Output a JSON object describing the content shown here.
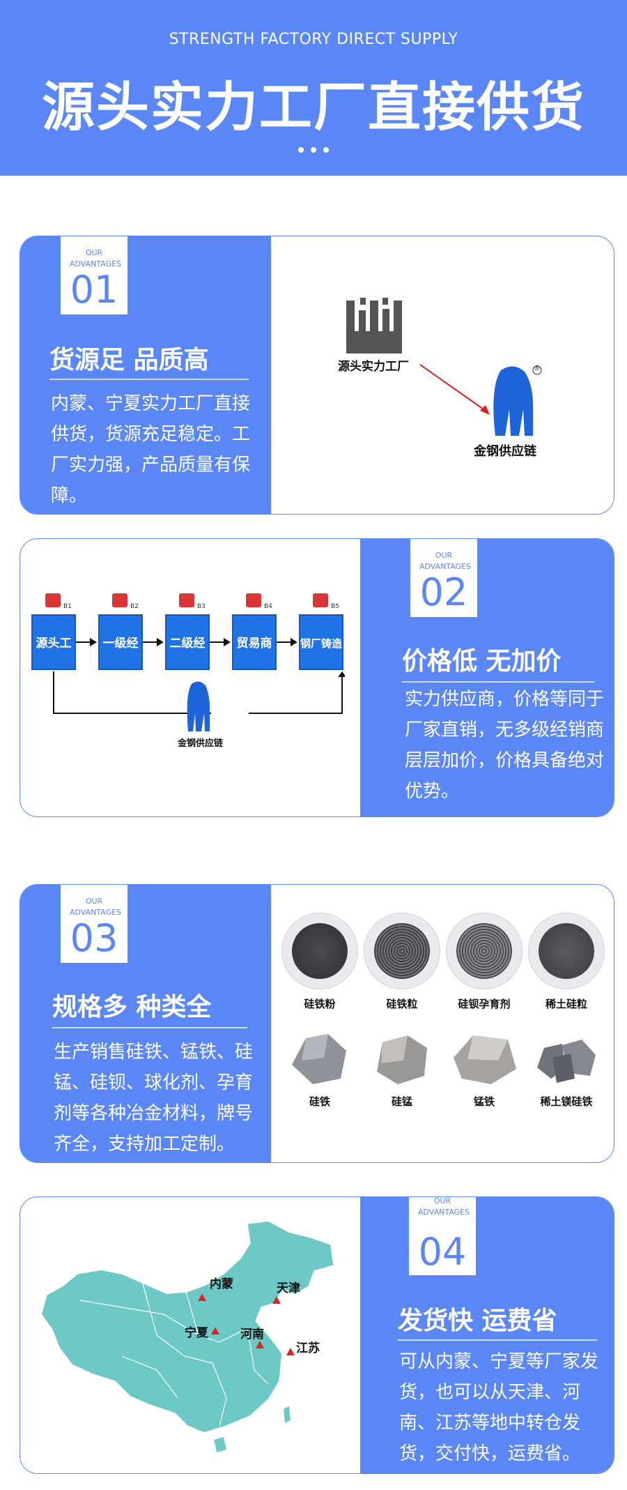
{
  "header": {
    "subtitle": "STRENGTH FACTORY DIRECT SUPPLY",
    "title": "源头实力工厂直接供货"
  },
  "sections": [
    {
      "badge_top": "OUR ADVANTAGES",
      "number": "01",
      "title": "货源足  品质高",
      "body": "内蒙、宁夏实力工厂直接供货，货源充足稳定。工厂实力强，产品质量有保障。",
      "factory_label": "源头实力工厂",
      "brand_label": "金钢供应链",
      "registered_mark": "®"
    },
    {
      "badge_top": "OUR ADVANTAGES",
      "number": "02",
      "title": "价格低 无加价",
      "body": "实力供应商，价格等同于厂家直销，无多级经销商层层加价，价格具备绝对优势。",
      "flow": [
        {
          "label": "源头工厂",
          "tag": "B1"
        },
        {
          "label": "一级经销",
          "tag": "B2"
        },
        {
          "label": "二级经销",
          "tag": "B3"
        },
        {
          "label": "贸易商",
          "tag": "B4"
        },
        {
          "label": "钢厂铸造厂",
          "tag": "B5"
        }
      ],
      "brand_label": "金钢供应链"
    },
    {
      "badge_top": "OUR ADVANTAGES",
      "number": "03",
      "title": "规格多 种类全",
      "body": "生产销售硅铁、锰铁、硅锰、硅钡、球化剂、孕育剂等各种冶金材料，牌号齐全，支持加工定制。",
      "products_round": [
        "硅铁粉",
        "硅铁粒",
        "硅钡孕育剂",
        "稀土硅粒"
      ],
      "products_lump": [
        "硅铁",
        "硅锰",
        "锰铁",
        "稀土镁硅铁"
      ]
    },
    {
      "badge_top": "OUR ADVANTAGES",
      "number": "04",
      "title": "发货快  运费省",
      "body": "可从内蒙、宁夏等厂家发货，也可以从天津、河南、江苏等地中转仓发货，交付快，运费省。",
      "map_labels": [
        "内蒙",
        "天津",
        "宁夏",
        "河南",
        "江苏"
      ]
    }
  ],
  "colors": {
    "accent": "#5b86f5",
    "marker": "#d62828",
    "map": "#6cc9c6"
  }
}
